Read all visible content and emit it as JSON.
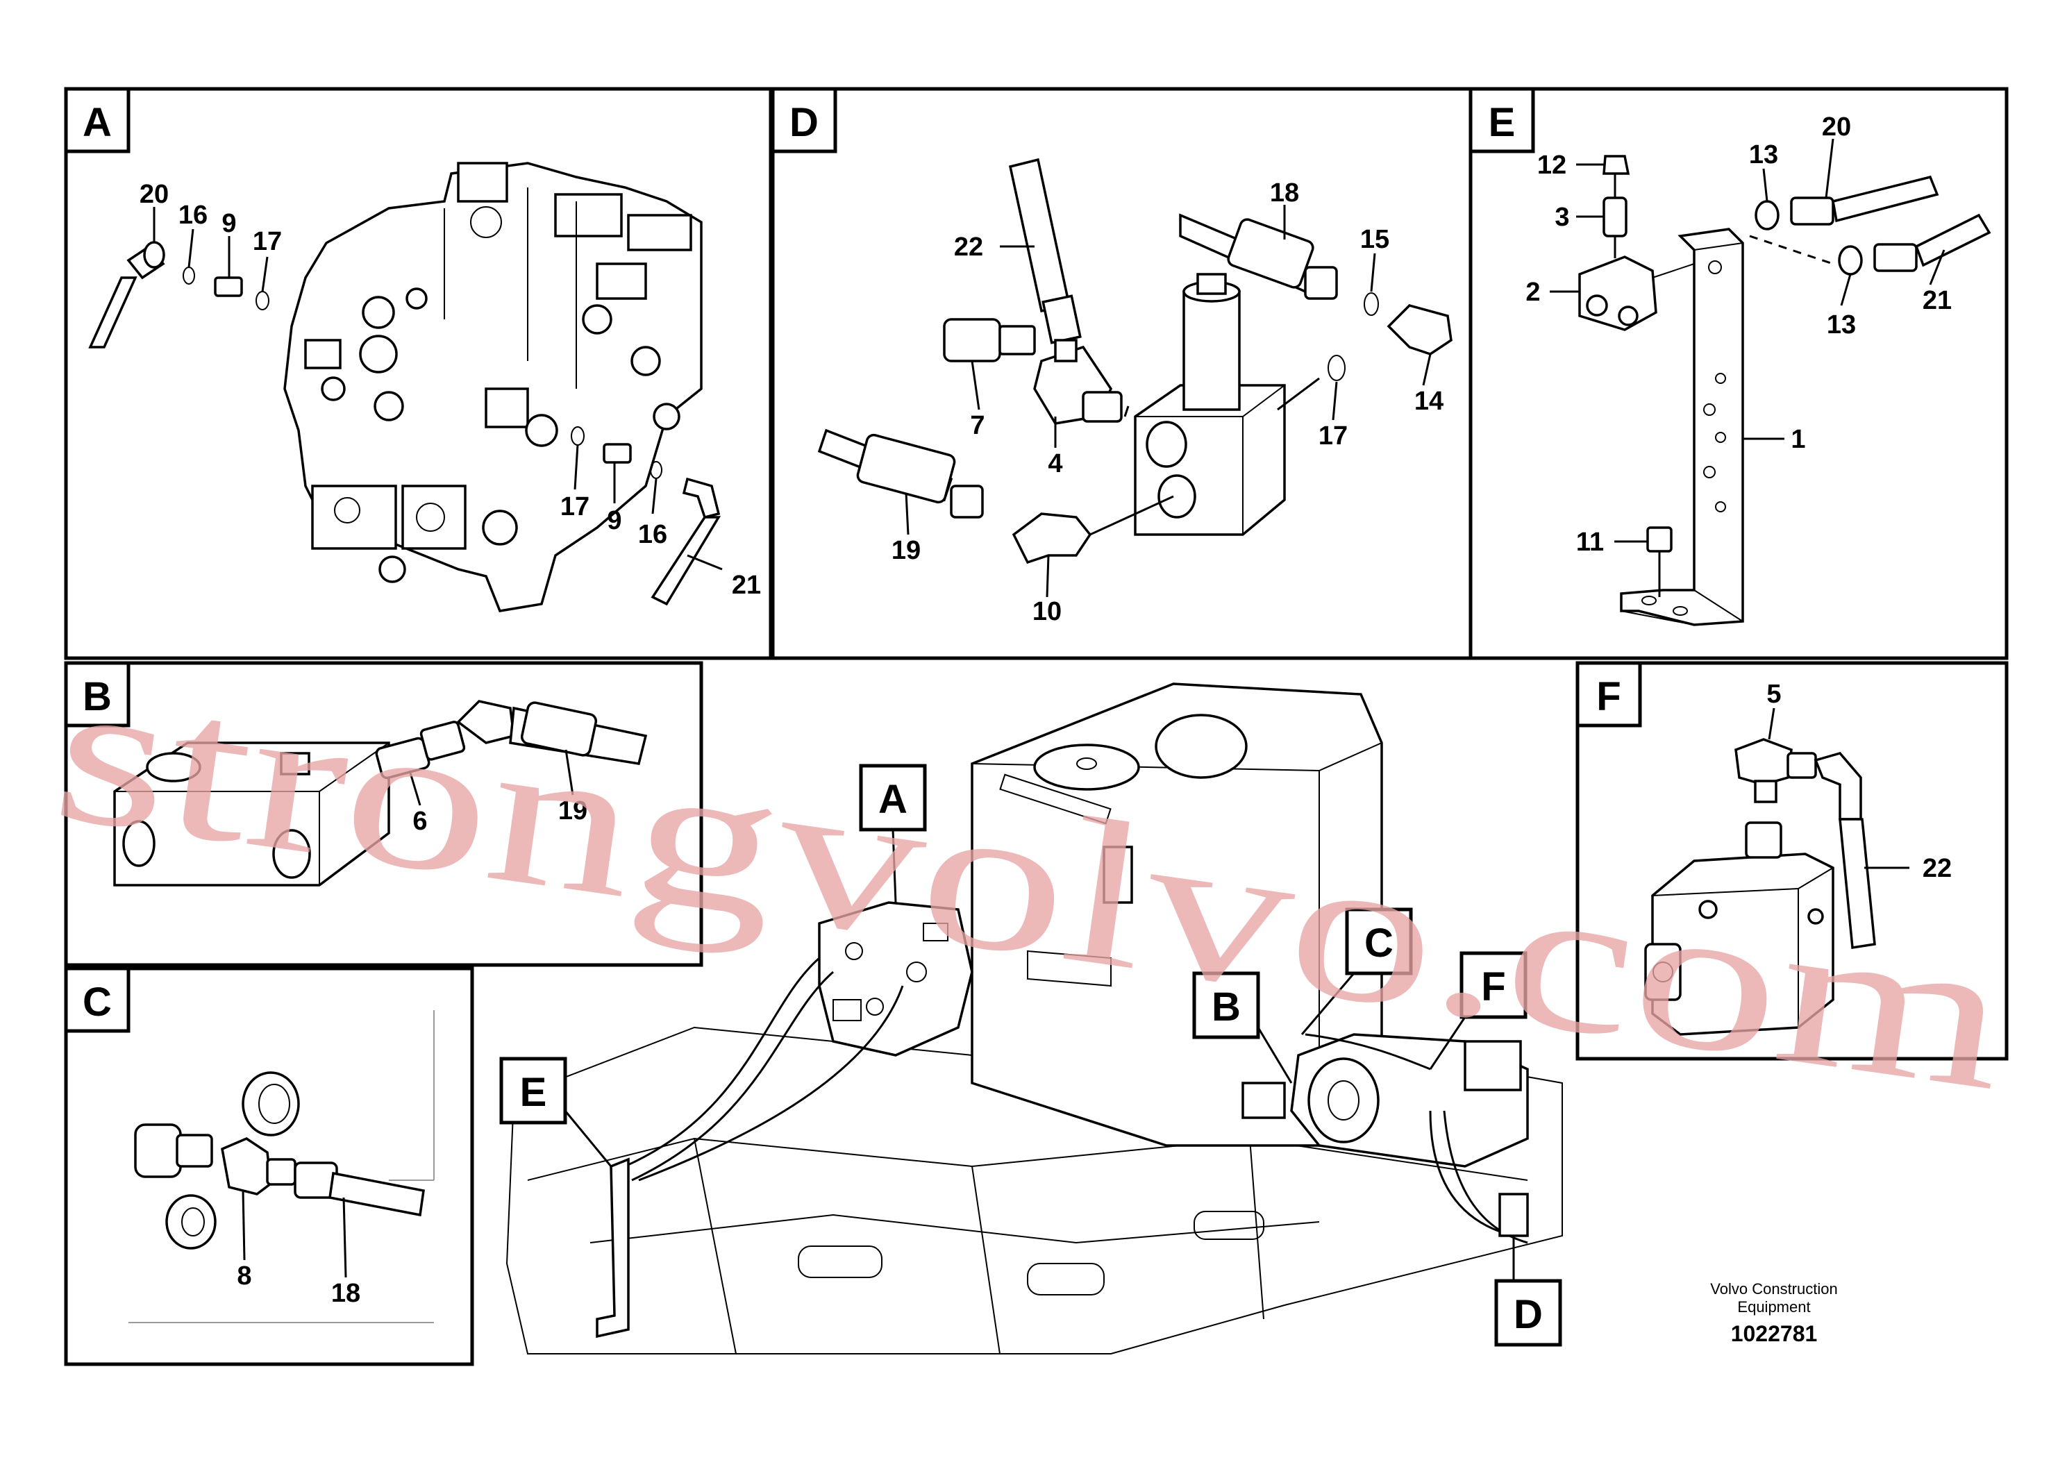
{
  "panels": {
    "A": {
      "tag": "A",
      "labels": [
        "20",
        "16",
        "9",
        "17",
        "17",
        "9",
        "16",
        "21"
      ]
    },
    "D": {
      "tag": "D",
      "labels": [
        "22",
        "18",
        "15",
        "7",
        "4",
        "17",
        "14",
        "19",
        "10"
      ]
    },
    "E": {
      "tag": "E",
      "labels": [
        "12",
        "3",
        "2",
        "13",
        "20",
        "13",
        "21",
        "1",
        "11"
      ]
    },
    "B": {
      "tag": "B",
      "labels": [
        "6",
        "19"
      ]
    },
    "C": {
      "tag": "C",
      "labels": [
        "8",
        "18"
      ]
    },
    "F": {
      "tag": "F",
      "labels": [
        "5",
        "22"
      ]
    },
    "main": {
      "callouts": [
        "A",
        "B",
        "C",
        "F",
        "E",
        "D"
      ]
    }
  },
  "caption": {
    "line1": "Volvo Construction",
    "line2": "Equipment",
    "number": "1022781"
  },
  "watermark": {
    "text": "strongvolvo.com",
    "color": "#e8a4a4"
  }
}
